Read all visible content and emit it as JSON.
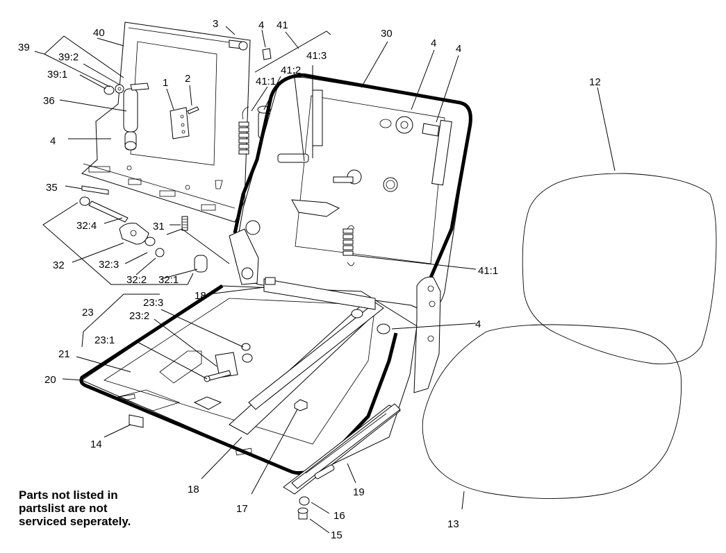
{
  "note": {
    "line1": "Parts not listed in",
    "line2": "partslist are not",
    "line3": "serviced seperately."
  },
  "callouts": {
    "c40": "40",
    "c3": "3",
    "c4_top_a": "4",
    "c41": "41",
    "c30": "30",
    "c4_top_b": "4",
    "c4_top_c": "4",
    "c39": "39",
    "c39_2": "39:2",
    "c39_1": "39:1",
    "c41_3": "41:3",
    "c41_2": "41:2",
    "c41_1_top": "41:1",
    "c1": "1",
    "c2": "2",
    "c12": "12",
    "c36": "36",
    "c4_left": "4",
    "c35": "35",
    "c31": "31",
    "c32_4": "32:4",
    "c32": "32",
    "c32_3": "32:3",
    "c32_2": "32:2",
    "c32_1": "32:1",
    "c41_1_right": "41:1",
    "c18_top": "18",
    "c23": "23",
    "c23_3": "23:3",
    "c23_2": "23:2",
    "c4_right": "4",
    "c23_1": "23:1",
    "c21": "21",
    "c20": "20",
    "c14": "14",
    "c18_bottom": "18",
    "c17": "17",
    "c19": "19",
    "c16": "16",
    "c15": "15",
    "c13": "13"
  }
}
